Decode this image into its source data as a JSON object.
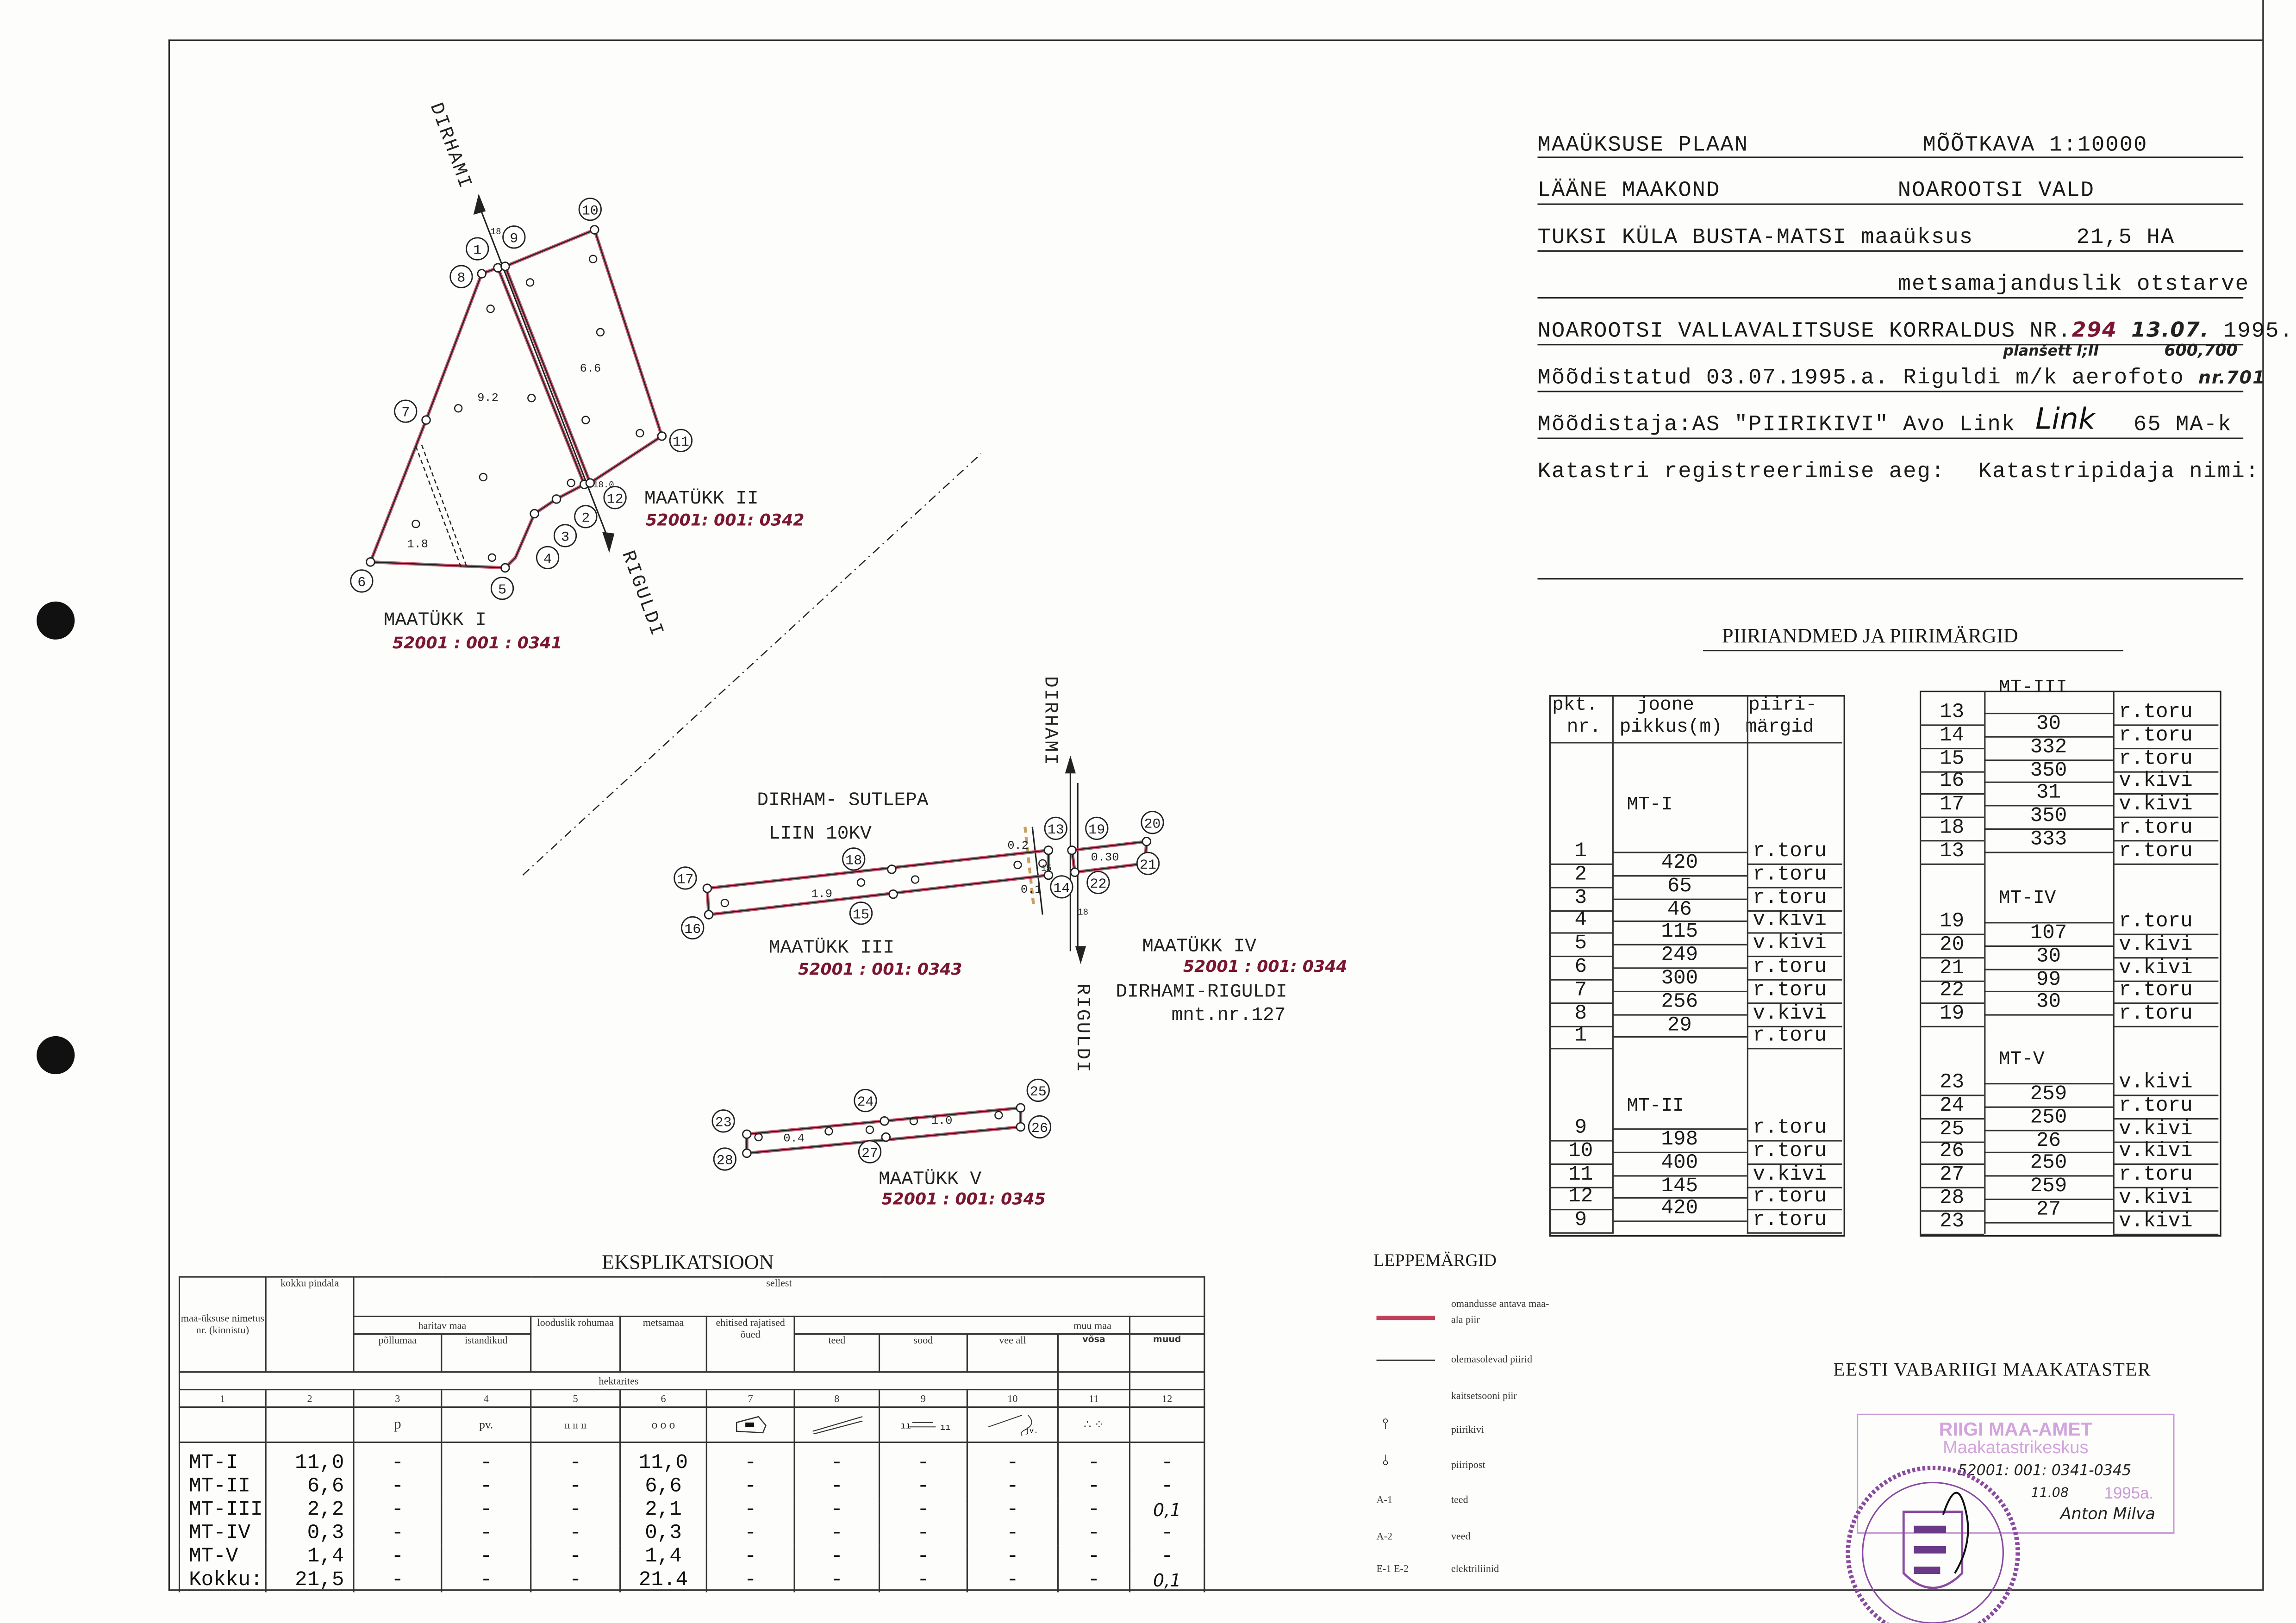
{
  "header": {
    "title": "MAAÜKSUSE PLAAN",
    "scale": "MÕÕTKAVA  1:10000",
    "county": "LÄÄNE MAAKOND",
    "parish": "NOAROOTSI VALD",
    "village_unit": "TUKSI KÜLA  BUSTA-MATSI maaüksus",
    "area": "21,5 HA",
    "purpose": "metsamajanduslik otstarve",
    "decree": "NOAROOTSI VALLAVALITSUSE KORRALDUS NR.",
    "decree_nr": "294",
    "decree_date": "13.07.",
    "decree_year": "1995.",
    "plansheet_note": "planšett I;II",
    "plansheet_coords": "600,700",
    "surveyed": "Mõõdistatud 03.07.1995.a. Riguldi m/k aerofoto",
    "aerophoto_nr": "nr.701",
    "surveyor": "Mõõdistaja:AS \"PIIRIKIVI\" Avo Link",
    "surveyor_signature": "Link",
    "surveyor_license": "65 MA-k",
    "registration_time_label": "Katastri registreerimise aeg:",
    "registrar_label": "Katastripidaja nimi:"
  },
  "map": {
    "roads": {
      "dirhami": "DIRHAMI",
      "riguldi": "RIGULDI",
      "highway": "DIRHAMI-RIGULDI",
      "highway_nr": "mnt.nr.127"
    },
    "power_line": {
      "name": "DIRHAM- SUTLEPA",
      "voltage": "LIIN 10KV"
    },
    "parcels": [
      {
        "name": "MAATÜKK I",
        "code": "52001 : 001 : 0341"
      },
      {
        "name": "MAATÜKK II",
        "code": "52001: 001: 0342"
      },
      {
        "name": "MAATÜKK III",
        "code": "52001 : 001: 0343"
      },
      {
        "name": "MAATÜKK IV",
        "code": "52001 : 001: 0344"
      },
      {
        "name": "MAATÜKK V",
        "code": "52001 : 001: 0345"
      }
    ],
    "area_labels": [
      "9.2",
      "6.6",
      "1.8",
      "1.9",
      "0.30",
      "0.4",
      "1.0",
      "0.2",
      "0.1"
    ],
    "dimension_labels": [
      "18",
      "18.0",
      "15",
      "18"
    ],
    "point_labels": [
      "1",
      "2",
      "3",
      "4",
      "5",
      "6",
      "7",
      "8",
      "9",
      "10",
      "11",
      "12",
      "13",
      "14",
      "15",
      "16",
      "17",
      "18",
      "19",
      "20",
      "21",
      "22",
      "23",
      "24",
      "25",
      "26",
      "27",
      "28"
    ]
  },
  "boundary": {
    "title": "PIIRIANDMED JA PIIRIMÄRGID",
    "headers": {
      "point": [
        "pkt.",
        "nr."
      ],
      "length": [
        "joone",
        "pikkus(m)"
      ],
      "mark": [
        "piiri-",
        "märgid"
      ]
    },
    "groups": [
      {
        "name": "MT-I",
        "rows": [
          [
            "1",
            "420",
            "r.toru"
          ],
          [
            "2",
            "65",
            "r.toru"
          ],
          [
            "3",
            "46",
            "r.toru"
          ],
          [
            "4",
            "115",
            "v.kivi"
          ],
          [
            "5",
            "249",
            "v.kivi"
          ],
          [
            "6",
            "300",
            "r.toru"
          ],
          [
            "7",
            "256",
            "r.toru"
          ],
          [
            "8",
            "29",
            "v.kivi"
          ],
          [
            "1",
            "",
            "r.toru"
          ]
        ]
      },
      {
        "name": "MT-II",
        "rows": [
          [
            "9",
            "198",
            "r.toru"
          ],
          [
            "10",
            "400",
            "r.toru"
          ],
          [
            "11",
            "145",
            "v.kivi"
          ],
          [
            "12",
            "420",
            "r.toru"
          ],
          [
            "9",
            "",
            "r.toru"
          ]
        ]
      },
      {
        "name": "MT-III",
        "rows": [
          [
            "13",
            "30",
            "r.toru"
          ],
          [
            "14",
            "332",
            "r.toru"
          ],
          [
            "15",
            "350",
            "r.toru"
          ],
          [
            "16",
            "31",
            "v.kivi"
          ],
          [
            "17",
            "350",
            "v.kivi"
          ],
          [
            "18",
            "333",
            "r.toru"
          ],
          [
            "13",
            "",
            "r.toru"
          ]
        ]
      },
      {
        "name": "MT-IV",
        "rows": [
          [
            "19",
            "107",
            "r.toru"
          ],
          [
            "20",
            "30",
            "v.kivi"
          ],
          [
            "21",
            "99",
            "v.kivi"
          ],
          [
            "22",
            "30",
            "r.toru"
          ],
          [
            "19",
            "",
            "r.toru"
          ]
        ]
      },
      {
        "name": "MT-V",
        "rows": [
          [
            "23",
            "259",
            "v.kivi"
          ],
          [
            "24",
            "250",
            "r.toru"
          ],
          [
            "25",
            "26",
            "v.kivi"
          ],
          [
            "26",
            "250",
            "v.kivi"
          ],
          [
            "27",
            "259",
            "r.toru"
          ],
          [
            "28",
            "27",
            "v.kivi"
          ],
          [
            "23",
            "",
            "v.kivi"
          ]
        ]
      }
    ]
  },
  "explication": {
    "title": "EKSPLIKATSIOON",
    "h_unit": "maa-üksuse nimetus nr. (kinnistu)",
    "h_total": "kokku pindala",
    "h_of_which": "sellest",
    "h_arable": "haritav maa",
    "h_field": "põllumaa",
    "h_plantations": "istandikud",
    "h_grassland": "looduslik rohumaa",
    "h_forest": "metsamaa",
    "h_buildings": "ehitised rajatised õued",
    "h_other": "muu maa",
    "h_roads": "teed",
    "h_swamps": "sood",
    "h_water": "vee all",
    "h_bush": "võsa",
    "h_misc": "muud",
    "h_hectares": "hektarites",
    "col_numbers": [
      "1",
      "2",
      "3",
      "4",
      "5",
      "6",
      "7",
      "8",
      "9",
      "10",
      "11",
      "12"
    ],
    "symbols": {
      "field": "p",
      "plantations": "pv.",
      "grassland": "ıı  ıı  ıı",
      "forest": "o  o  o",
      "water": "jv."
    },
    "rows": [
      [
        "MT-I",
        "11,0",
        "-",
        "-",
        "-",
        "11,0",
        "-",
        "-",
        "-",
        "-",
        "-",
        "-"
      ],
      [
        "MT-II",
        "6,6",
        "-",
        "-",
        "-",
        "6,6",
        "-",
        "-",
        "-",
        "-",
        "-",
        "-"
      ],
      [
        "MT-III",
        "2,2",
        "-",
        "-",
        "-",
        "2,1",
        "-",
        "-",
        "-",
        "-",
        "-",
        "0,1"
      ],
      [
        "MT-IV",
        "0,3",
        "-",
        "-",
        "-",
        "0,3",
        "-",
        "-",
        "-",
        "-",
        "-",
        "-"
      ],
      [
        "MT-V",
        "1,4",
        "-",
        "-",
        "-",
        "1,4",
        "-",
        "-",
        "-",
        "-",
        "-",
        "-"
      ],
      [
        "Kokku:",
        "21,5",
        "-",
        "-",
        "-",
        "21.4",
        "-",
        "-",
        "-",
        "-",
        "-",
        "0,1"
      ]
    ]
  },
  "legend": {
    "title": "LEPPEMÄRGID",
    "items": [
      {
        "code": "",
        "label": "omandusse antava maa-ala piir"
      },
      {
        "code": "",
        "label": "olemasolevad piirid"
      },
      {
        "code": "",
        "label": "kaitsetsooni piir"
      },
      {
        "code": "",
        "label": "piirikivi"
      },
      {
        "code": "",
        "label": "piiripost"
      },
      {
        "code": "A-1",
        "label": "teed"
      },
      {
        "code": "A-2",
        "label": "veed"
      },
      {
        "code": "E-1  E-2",
        "label": "elektriliinid"
      }
    ]
  },
  "cadastre": {
    "title": "EESTI VABARIIGI MAAKATASTER",
    "stamp_org": "RIIGI MAA-AMET",
    "stamp_dept": "Maakatastrikeskus",
    "stamp_codes": "52001: 001: 0341-0345",
    "stamp_date": "11.08",
    "stamp_year": "1995a.",
    "stamp_name": "Anton Milva",
    "seal_text": "RIIGI MAA-AMET MAAKATASTRIKESKUS"
  },
  "colors": {
    "boundary": "#c0405a",
    "handwriting": "#7a1630",
    "stamp": "#b070c0"
  }
}
